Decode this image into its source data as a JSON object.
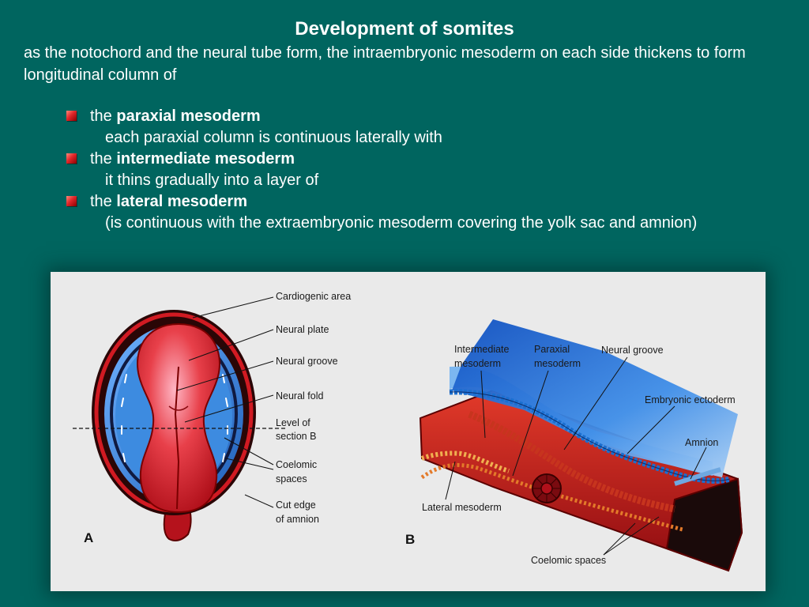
{
  "title": "Development of somites",
  "intro": "as the notochord and the neural tube form, the intraembryonic mesoderm on each side thickens to form longitudinal column of",
  "bullets": [
    {
      "prefix": "the ",
      "term": "paraxial mesoderm",
      "sub": "each paraxial column is continuous laterally with"
    },
    {
      "prefix": "the ",
      "term": "intermediate mesoderm",
      "sub": "it thins gradually into a layer of"
    },
    {
      "prefix": "the ",
      "term": "lateral mesoderm",
      "sub": "(is continuous with the extraembryonic mesoderm covering the yolk sac and amnion)"
    }
  ],
  "figure": {
    "panel_a": {
      "letter": "A",
      "labels": {
        "cardiogenic": "Cardiogenic area",
        "neural_plate": "Neural plate",
        "neural_groove": "Neural groove",
        "neural_fold": "Neural fold",
        "level1": "Level of",
        "level2": "section B",
        "coelomic1": "Coelomic",
        "coelomic2": "spaces",
        "cut1": "Cut edge",
        "cut2": "of amnion"
      }
    },
    "panel_b": {
      "letter": "B",
      "labels": {
        "intermediate1": "Intermediate",
        "intermediate2": "mesoderm",
        "paraxial1": "Paraxial",
        "paraxial2": "mesoderm",
        "neural_groove": "Neural groove",
        "ectoderm": "Embryonic ectoderm",
        "amnion": "Amnion",
        "lateral": "Lateral mesoderm",
        "coelomic": "Coelomic spaces"
      }
    }
  },
  "colors": {
    "background": "#00655f",
    "bullet": "#e0262a",
    "figure_bg": "#eaeaea",
    "tissue_red": "#c8141e",
    "tissue_blue": "#2e7fd6",
    "tissue_dark": "#1a0a0a"
  }
}
